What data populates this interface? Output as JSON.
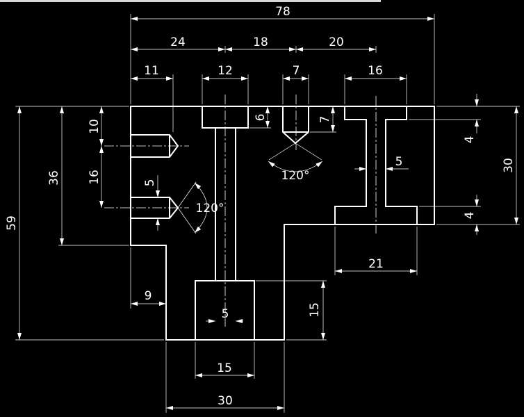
{
  "colors": {
    "background": "#000000",
    "linework": "#ffffff",
    "title_bar": "#d8d8d8"
  },
  "dimensions": {
    "overall_width": "78",
    "seg_left": "24",
    "seg_mid": "18",
    "seg_right": "20",
    "edge_offset": "11",
    "bore_width": "12",
    "top_hole_width": "7",
    "tslot_top_width": "16",
    "hole_gap_upper": "10",
    "hole_gap_lower": "16",
    "step_height": "36",
    "overall_height": "59",
    "hole_dia": "5",
    "tip_angle": "120°",
    "counterbore_depth": "6",
    "top_hole_depth": "7",
    "flange_top": "4",
    "flange_bottom": "4",
    "right_height": "30",
    "web_width": "5",
    "tslot_bottom_width": "21",
    "step_width": "9",
    "bore_small": "5",
    "boss_height": "15",
    "boss_width": "15",
    "base_width": "30",
    "tip_angle_top": "120°"
  }
}
